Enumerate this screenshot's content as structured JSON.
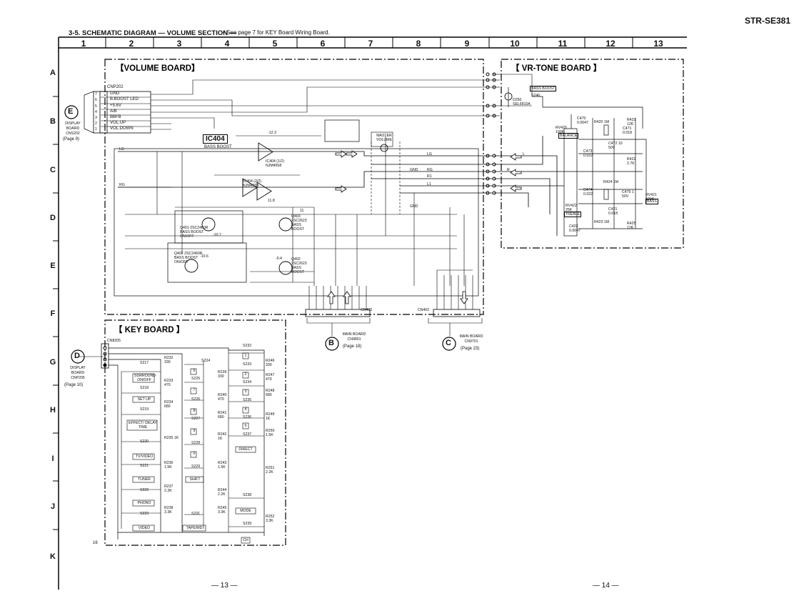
{
  "header": {
    "model": "STR-SE381",
    "section_title": "3-5.   SCHEMATIC DIAGRAM — VOLUME SECTION —",
    "note": "• See page 7 for KEY Board Wiring Board."
  },
  "columns": [
    "1",
    "2",
    "3",
    "4",
    "5",
    "6",
    "7",
    "8",
    "9",
    "10",
    "11",
    "12",
    "13"
  ],
  "rows": [
    "A",
    "B",
    "C",
    "D",
    "E",
    "F",
    "G",
    "H",
    "I",
    "J",
    "K"
  ],
  "volume_board": {
    "title": "【VOLUME BOARD】",
    "ic_label": "IC404",
    "bass_boost_label": "BASS BOOST",
    "connector_cnp202": "CNP202",
    "pins": [
      {
        "num": "7",
        "name": "GND"
      },
      {
        "num": "6",
        "name": "B.BOOST LED"
      },
      {
        "num": "5",
        "name": "+5.6V"
      },
      {
        "num": "4",
        "name": "A/B"
      },
      {
        "num": "3",
        "name": "BBFB"
      },
      {
        "num": "2",
        "name": "VOL.UP"
      },
      {
        "num": "1",
        "name": "VOL.DOWN"
      }
    ],
    "master_volume": "MASTER VOLUME",
    "cn403": "CN403",
    "cn402": "CN402",
    "ic_texts": [
      "IC404 (1/2) NJM4558",
      "IC404 (2/2) NJM4558"
    ],
    "transistors": [
      "Q401 2SC2460R BASS BOOST ON/OFF",
      "Q403 2SC2623 BASS BOOST",
      "Q402 2SC2623 BASS BOOST",
      "Q402 2SC2460R BASS BOOST ON/OFF"
    ],
    "rail_labels": [
      "LG",
      "RG",
      "LG",
      "RG",
      "L1",
      "R1",
      "GND",
      "GND",
      "L",
      "R"
    ],
    "voltages": [
      "-12.3",
      "-10.7",
      "11.8",
      "-10.6",
      "-0.4",
      "11"
    ]
  },
  "vrtone_board": {
    "title": "【 VR-TONE BOARD 】",
    "bass_boost": "BASS BOOST",
    "led": "D250 SEL6810A",
    "switch": "S246",
    "balance": "BALANCE",
    "treble": "TREBLE",
    "bass": "BASS",
    "resistors": [
      "RV420 100K",
      "RV422 25K",
      "RV421 100K",
      "R420 1M",
      "R421 12K",
      "R422 2.7K",
      "R423 1M",
      "R424 1M",
      "R425 12K"
    ],
    "capacitors": [
      "C470 0.0047",
      "C471 0.018",
      "C472 10 50V",
      "C473 0.022",
      "C474 0.022",
      "C475 1 50V",
      "C421 0.018",
      "C423 0.0047"
    ]
  },
  "key_board": {
    "title": "【 KEY BOARD 】",
    "connector": "CN8205",
    "col1": [
      {
        "sw": "S217",
        "label": "SURROUND ON/OFF"
      },
      {
        "sw": "S218",
        "label": "SET UP"
      },
      {
        "sw": "S219",
        "label": "EFFECT/ DELAY TIME"
      },
      {
        "sw": "S220",
        "label": "TV/VIDEO"
      },
      {
        "sw": "S221",
        "label": "TUNER"
      },
      {
        "sw": "S222",
        "label": "PHONO"
      },
      {
        "sw": "S223",
        "label": "VIDEO"
      }
    ],
    "col2": [
      {
        "sw": "S224",
        "label": "6"
      },
      {
        "sw": "S225",
        "label": "7"
      },
      {
        "sw": "S226",
        "label": "8"
      },
      {
        "sw": "S227",
        "label": "9"
      },
      {
        "sw": "S228",
        "label": "0"
      },
      {
        "sw": "S229",
        "label": "SHIFT"
      },
      {
        "sw": "S231",
        "label": "TAPE/MD"
      }
    ],
    "col3": [
      {
        "sw": "S232",
        "label": "1"
      },
      {
        "sw": "S233",
        "label": "2"
      },
      {
        "sw": "S234",
        "label": "3"
      },
      {
        "sw": "S235",
        "label": "4"
      },
      {
        "sw": "S236",
        "label": "5"
      },
      {
        "sw": "S237",
        "label": "DIRECT"
      },
      {
        "sw": "S238",
        "label": "MODE"
      },
      {
        "sw": "S239",
        "label": "CH"
      }
    ],
    "resistors1": [
      "R232 330",
      "R233 470",
      "R234 680",
      "R235 1K",
      "R236 1.5K",
      "R237 2.2K",
      "R238 3.3K"
    ],
    "resistors2": [
      "R239 330",
      "R240 470",
      "R241 680",
      "R242 1K",
      "R243 1.5K",
      "R244 2.2K",
      "R245 3.3K"
    ],
    "resistors3": [
      "R246 330",
      "R247 470",
      "R248 680",
      "R249 1K",
      "R250 1.5K",
      "R251 2.2K",
      "R252 3.3K"
    ]
  },
  "refs": {
    "E": {
      "letter": "E",
      "line1": "DISPLAY",
      "line2": "BOARD",
      "line3": "CNS202",
      "page": "(Page 9)"
    },
    "D": {
      "letter": "D",
      "line1": "DISPLAY",
      "line2": "BOARD",
      "line3": "CNP205",
      "page": "(Page 10)"
    },
    "B": {
      "letter": "B",
      "line1": "MAIN BOARD",
      "line2": "CN9801",
      "page": "(Page 18)"
    },
    "C": {
      "letter": "C",
      "line1": "MAIN BOARD",
      "line2": "CN9701",
      "page": "(Page 23)"
    }
  },
  "corner_num": "16",
  "pages": {
    "left": "— 13 —",
    "right": "— 14 —"
  }
}
